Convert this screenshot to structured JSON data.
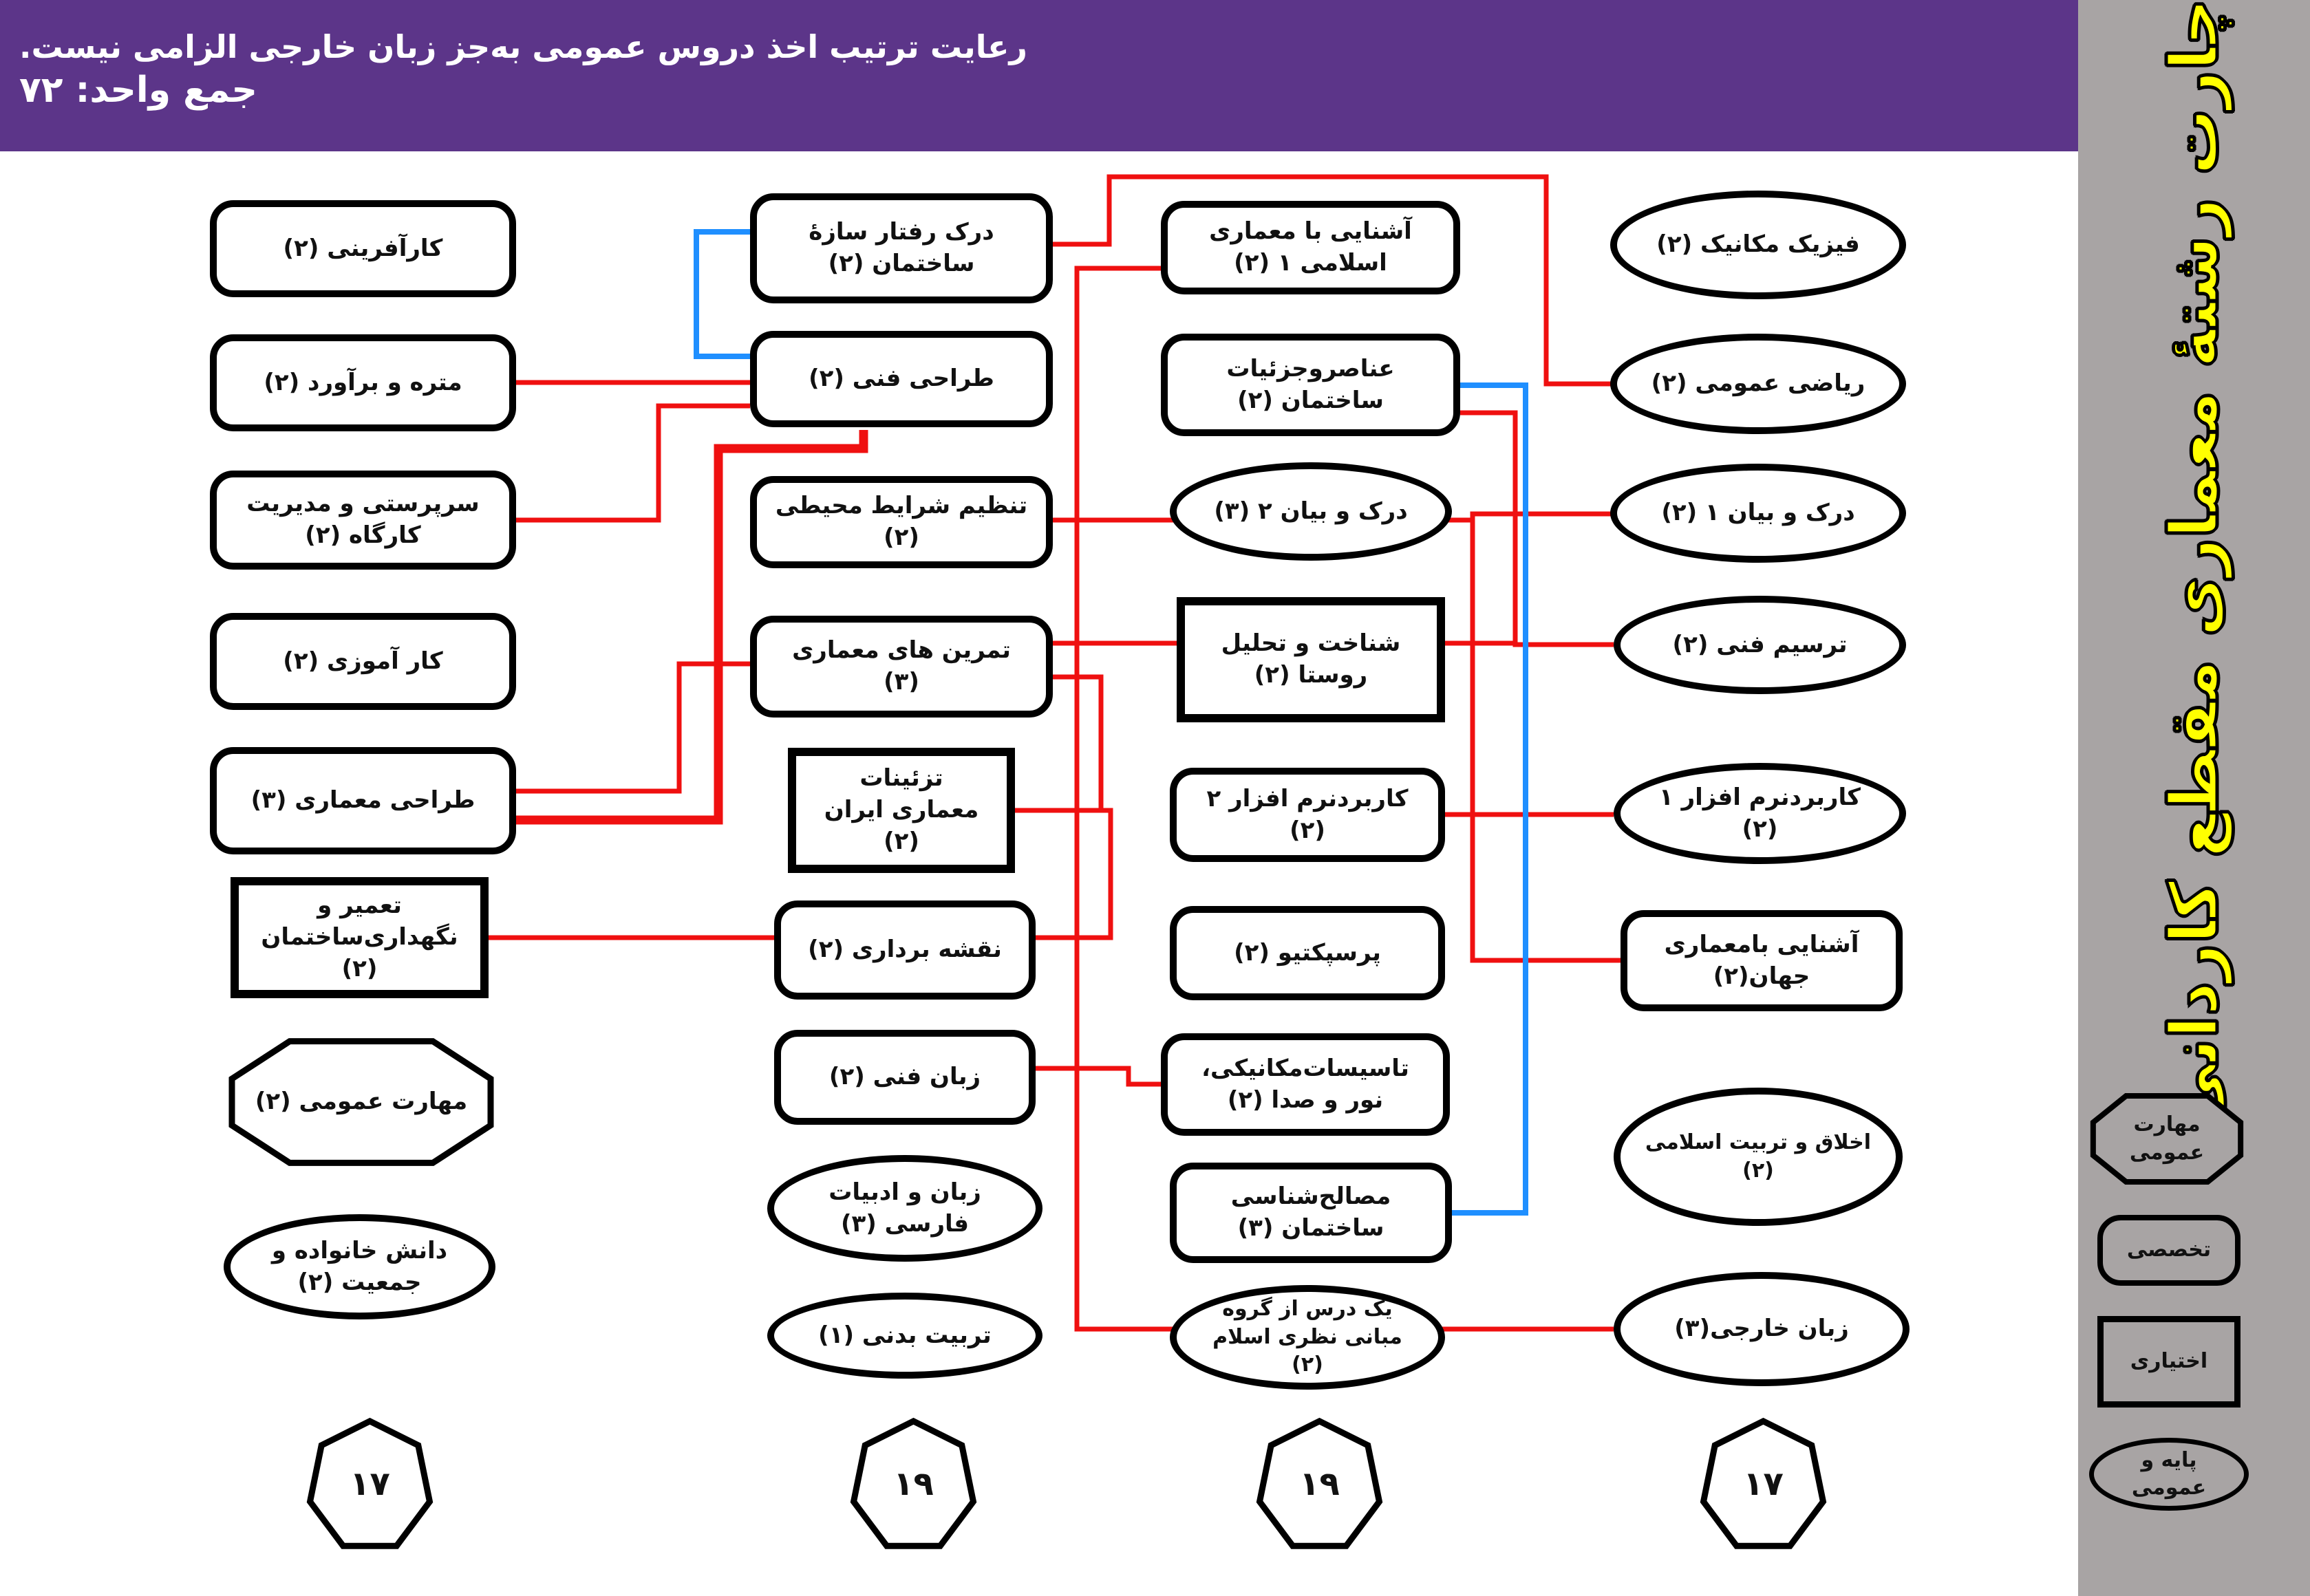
{
  "banner": {
    "line1": "رعایت ترتیب اخذ دروس عمومی به‌جز زبان خارجی الزامی نیست.",
    "line2": "جمع واحد: ۷۲"
  },
  "sidebar": {
    "title": "چارت رشتهٔ معماری مقطع کاردانی",
    "legend": [
      {
        "label": "مهارت عمومی",
        "shape": "octagon"
      },
      {
        "label": "تخصصی",
        "shape": "rounded"
      },
      {
        "label": "اختیاری",
        "shape": "rect"
      },
      {
        "label": "پایه و عمومی",
        "shape": "ellipse"
      }
    ]
  },
  "columns": [
    {
      "total": "۱۷",
      "courses": [
        {
          "label": "کارآفرینی (۲)",
          "shape": "rounded"
        },
        {
          "label": "متره و برآورد (۲)",
          "shape": "rounded"
        },
        {
          "label": "سرپرستی و مدیریت کارگاه (۲)",
          "shape": "rounded"
        },
        {
          "label": "کار آموزی (۲)",
          "shape": "rounded"
        },
        {
          "label": "طراحی معماری (۳)",
          "shape": "rounded"
        },
        {
          "label": "تعمیر و نگهداری‌ساختمان (۲)",
          "shape": "rect"
        },
        {
          "label": "مهارت عمومی (۲)",
          "shape": "octagon"
        },
        {
          "label": "دانش خانواده و جمعیت (۲)",
          "shape": "ellipse"
        }
      ]
    },
    {
      "total": "۱۹",
      "courses": [
        {
          "label": "درک رفتار سازهٔ ساختمان (۲)",
          "shape": "rounded"
        },
        {
          "label": "طراحی فنی (۲)",
          "shape": "rounded"
        },
        {
          "label": "تنظیم شرایط محیطی (۲)",
          "shape": "rounded"
        },
        {
          "label": "تمرین های معماری (۳)",
          "shape": "rounded"
        },
        {
          "label": "تزئینات معماری ایران (۲)",
          "shape": "rect"
        },
        {
          "label": "نقشه برداری (۲)",
          "shape": "rounded"
        },
        {
          "label": "زبان فنی (۲)",
          "shape": "rounded"
        },
        {
          "label": "زبان و ادبیات فارسی (۳)",
          "shape": "ellipse"
        },
        {
          "label": "تربیت بدنی (۱)",
          "shape": "ellipse"
        }
      ]
    },
    {
      "total": "۱۹",
      "courses": [
        {
          "label": "آشنایی با معماری اسلامی ۱ (۲)",
          "shape": "rounded"
        },
        {
          "label": "عناصروجزئیات ساختمان (۲)",
          "shape": "rounded"
        },
        {
          "label": "درک و بیان ۲ (۳)",
          "shape": "ellipse"
        },
        {
          "label": "شناخت و تحلیل روستا (۲)",
          "shape": "rect"
        },
        {
          "label": "کاربردنرم افزار ۲ (۲)",
          "shape": "rounded"
        },
        {
          "label": "پرسپکتیو (۲)",
          "shape": "rounded"
        },
        {
          "label": "تاسیسات‌مکانیکی، نور و صدا (۲)",
          "shape": "rounded"
        },
        {
          "label": "مصالح‌شناسی ساختمان (۳)",
          "shape": "rounded"
        },
        {
          "label": "یک درس از گروه مبانی نظری اسلام (۲)",
          "shape": "ellipse"
        }
      ]
    },
    {
      "total": "۱۷",
      "courses": [
        {
          "label": "فیزیک مکانیک (۲)",
          "shape": "ellipse"
        },
        {
          "label": "ریاضی عمومی  (۲)",
          "shape": "ellipse"
        },
        {
          "label": "درک و بیان ۱ (۲)",
          "shape": "ellipse"
        },
        {
          "label": "ترسیم فنی (۲)",
          "shape": "ellipse"
        },
        {
          "label": "کاربردنرم افزار ۱ (۲)",
          "shape": "ellipse"
        },
        {
          "label": "آشنایی بامعماری جهان(۲)",
          "shape": "rounded"
        },
        {
          "label": "اخلاق و تربیت اسلامی (۲)",
          "shape": "ellipse"
        },
        {
          "label": "زبان خارجی(۳)",
          "shape": "ellipse"
        }
      ]
    }
  ],
  "colors": {
    "banner_bg": "#5c3589",
    "sidebar_bg": "#a8a4a4",
    "title_yellow": "#ffff00",
    "line_red": "#ef1010",
    "line_blue": "#1f8fff"
  }
}
